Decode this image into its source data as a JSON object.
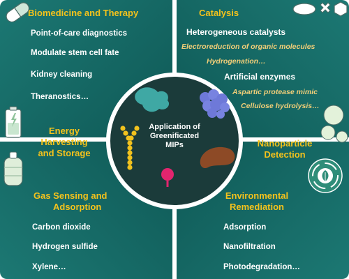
{
  "center": {
    "line1": "Application of",
    "line2": "Greenificated",
    "line3": "MIPs"
  },
  "biomedicine": {
    "title": "Biomedicine and Therapy",
    "items": [
      "Point-of-care diagnostics",
      "Modulate stem cell fate",
      "Kidney cleaning",
      "Theranostics…"
    ]
  },
  "catalysis": {
    "title": "Catalysis",
    "heterogeneous": "Heterogeneous catalysts",
    "het_items": [
      "Electroreduction of organic molecules",
      "Hydrogenation…"
    ],
    "artificial": "Artificial enzymes",
    "art_items": [
      "Aspartic protease mimic",
      "Cellulose hydrolysis…"
    ]
  },
  "energy": {
    "line1": "Energy",
    "line2": "Harvesting",
    "line3": "and Storage"
  },
  "nanoparticle": {
    "line1": "Nanoparticle",
    "line2": "Detection"
  },
  "gas": {
    "line1": "Gas Sensing and",
    "line2": "Adsorption",
    "items": [
      "Carbon dioxide",
      "Hydrogen sulfide",
      "Xylene…"
    ]
  },
  "environmental": {
    "line1": "Environmental",
    "line2": "Remediation",
    "items": [
      "Adsorption",
      "Nanofiltration",
      "Photodegradation…"
    ]
  },
  "colors": {
    "panel": "#176b67",
    "title": "#f4c21c",
    "italic": "#f1ce78",
    "center": "#1b3b3a"
  }
}
